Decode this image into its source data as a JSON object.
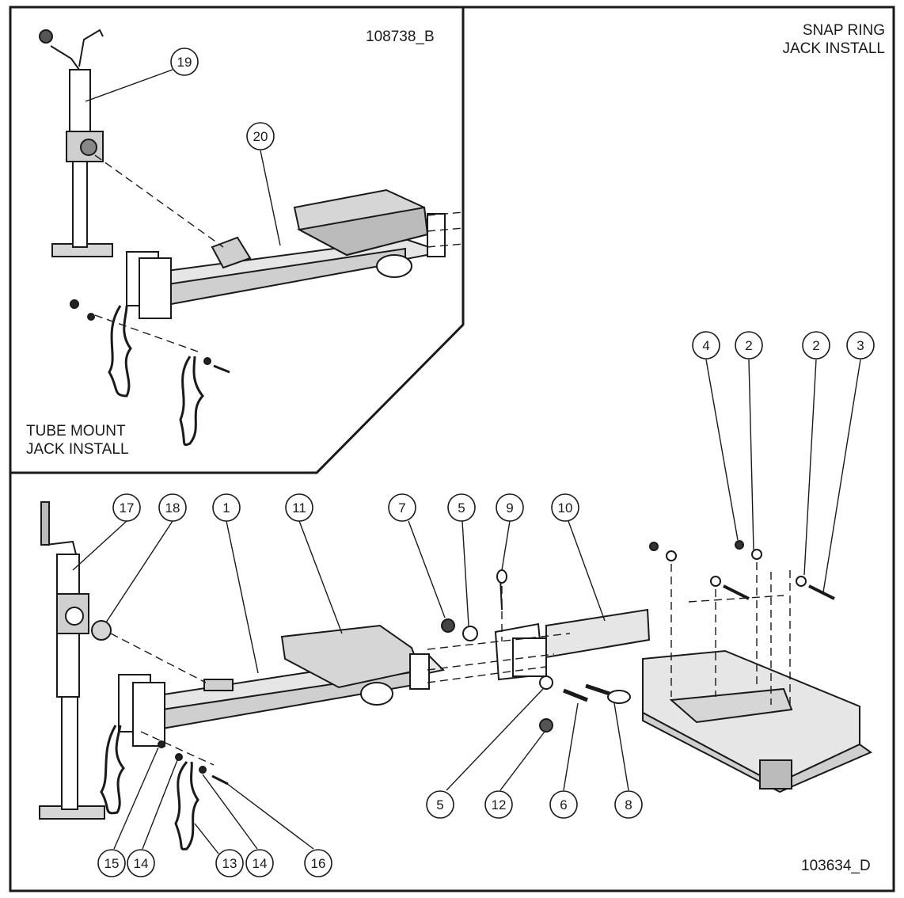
{
  "drawing_number_main": "103634_D",
  "drawing_number_inset": "108738_B",
  "title_snap_ring": [
    "SNAP RING",
    "JACK INSTALL"
  ],
  "title_tube_mount": [
    "TUBE MOUNT",
    "JACK INSTALL"
  ],
  "callouts": [
    {
      "id": "c19",
      "label": "19"
    },
    {
      "id": "c20",
      "label": "20"
    },
    {
      "id": "c4",
      "label": "4"
    },
    {
      "id": "c2a",
      "label": "2"
    },
    {
      "id": "c2b",
      "label": "2"
    },
    {
      "id": "c3",
      "label": "3"
    },
    {
      "id": "c17",
      "label": "17"
    },
    {
      "id": "c18",
      "label": "18"
    },
    {
      "id": "c1",
      "label": "1"
    },
    {
      "id": "c11",
      "label": "11"
    },
    {
      "id": "c7",
      "label": "7"
    },
    {
      "id": "c5a",
      "label": "5"
    },
    {
      "id": "c9",
      "label": "9"
    },
    {
      "id": "c10",
      "label": "10"
    },
    {
      "id": "c5b",
      "label": "5"
    },
    {
      "id": "c12",
      "label": "12"
    },
    {
      "id": "c6",
      "label": "6"
    },
    {
      "id": "c8",
      "label": "8"
    },
    {
      "id": "c15",
      "label": "15"
    },
    {
      "id": "c14a",
      "label": "14"
    },
    {
      "id": "c13",
      "label": "13"
    },
    {
      "id": "c14b",
      "label": "14"
    },
    {
      "id": "c16",
      "label": "16"
    }
  ],
  "colors": {
    "line": "#1a1a1a",
    "fill_light": "#d6d6d6",
    "fill_mid": "#a8a8a8",
    "fill_dark": "#444444"
  }
}
